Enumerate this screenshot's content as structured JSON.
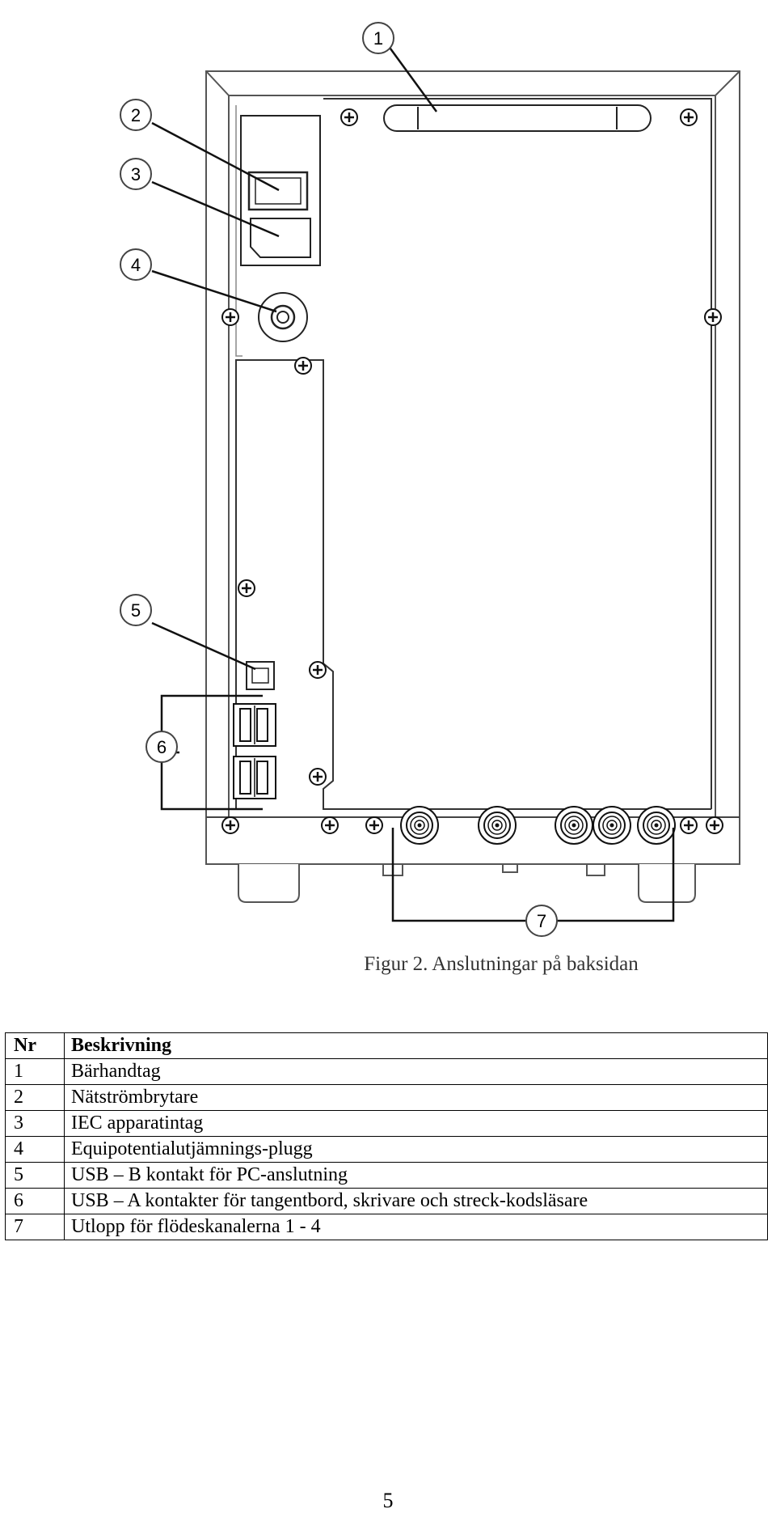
{
  "figure": {
    "callouts": [
      "1",
      "2",
      "3",
      "4",
      "5",
      "6",
      "7"
    ],
    "caption": "Figur 2. Anslutningar på baksidan"
  },
  "table": {
    "headers": [
      "Nr",
      "Beskrivning"
    ],
    "rows": [
      {
        "nr": "1",
        "text": "Bärhandtag"
      },
      {
        "nr": "2",
        "text": "Nätströmbrytare"
      },
      {
        "nr": "3",
        "text": "IEC apparatintag"
      },
      {
        "nr": "4",
        "text": "Equipotentialutjämnings-plugg"
      },
      {
        "nr": "5",
        "text": "USB – B kontakt för PC-anslutning"
      },
      {
        "nr": "6",
        "text": "USB – A kontakter för tangentbord, skrivare och streck-kodsläsare"
      },
      {
        "nr": "7",
        "text": "Utlopp för flödeskanalerna 1 - 4"
      }
    ]
  },
  "page_number": "5"
}
